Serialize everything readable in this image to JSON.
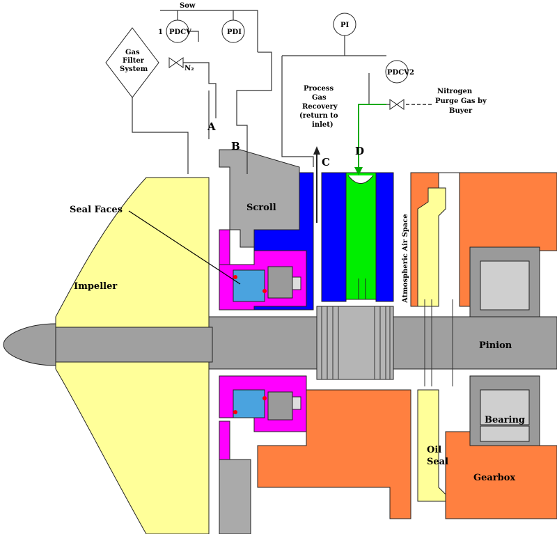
{
  "labels": {
    "sow": "Sow",
    "pdcv1_num": "1",
    "pdcv1": "PDCV",
    "pdi": "PDI",
    "pi": "PI",
    "pdcv2": "PDCV",
    "pdcv2_num": "2",
    "gas_filter_1": "Gas",
    "gas_filter_2": "Filter",
    "gas_filter_3": "System",
    "n2_small": "N₂",
    "process_gas_1": "Process",
    "process_gas_2": "Gas",
    "process_gas_3": "Recovery",
    "process_gas_4": "(return to",
    "process_gas_5": "inlet)",
    "nitrogen_1": "Nitrogen",
    "nitrogen_2": "Purge Gas by",
    "nitrogen_3": "Buyer",
    "port_a": "A",
    "port_b": "B",
    "port_c": "C",
    "port_d": "D",
    "seal_faces": "Seal Faces",
    "scroll": "Scroll",
    "impeller": "Impeller",
    "atmospheric": "Atmospheric Air Space",
    "pinion": "Pinion",
    "bearing": "Bearing",
    "oil_seal_1": "Oil",
    "oil_seal_2": "Seal",
    "gearbox": "Gearbox"
  },
  "colors": {
    "impeller": "#ffff99",
    "scroll": "#aaaaaa",
    "seal_housing": "#ff00ff",
    "seal_ring": "#4aa3df",
    "labyrinth": "#0000ff",
    "barrier": "#00ee00",
    "gearbox": "#ff8040",
    "shaft": "#a0a0a0",
    "nitrogen_line": "#00aa00"
  }
}
